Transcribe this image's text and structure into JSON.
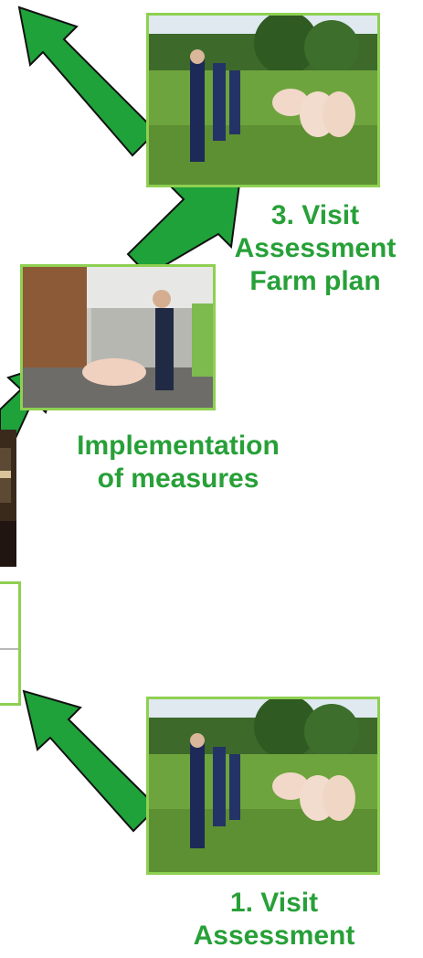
{
  "colors": {
    "arrow_fill": "#1fa23a",
    "arrow_stroke": "#111111",
    "frame_border": "#8ed052",
    "caption_text": "#27a038"
  },
  "steps": [
    {
      "id": "visit-3",
      "lines": [
        "3. Visit",
        "Assessment",
        "Farm plan"
      ],
      "photo": "field-assessment-with-pigs"
    },
    {
      "id": "implementation",
      "lines": [
        "Implementation",
        "of measures"
      ],
      "photo": "barn-with-pigs-and-worker"
    },
    {
      "id": "visit-1",
      "lines": [
        "1. Visit",
        "Assessment"
      ],
      "photo": "field-assessment-with-pigs"
    }
  ]
}
